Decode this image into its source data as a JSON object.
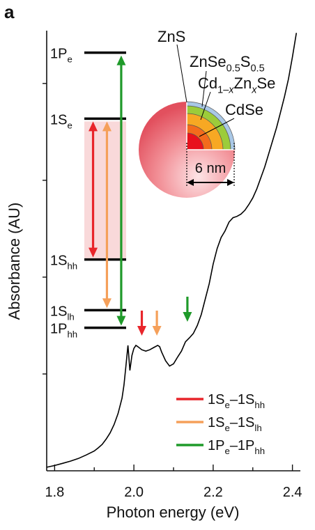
{
  "panel_label": "a",
  "chart_data": {
    "type": "line",
    "xlabel": "Photon energy (eV)",
    "ylabel": "Absorbance (AU)",
    "xlim": [
      1.78,
      2.42
    ],
    "ylim": [
      0,
      1
    ],
    "x_ticks": [
      "1.8",
      "2.0",
      "2.2",
      "2.4"
    ],
    "x_tick_values": [
      1.8,
      2.0,
      2.2,
      2.4
    ],
    "minor_x_tick_values": [
      1.9,
      2.1,
      2.3
    ],
    "y_tick_values": [
      0.22,
      0.44,
      0.66,
      0.88
    ],
    "grid": false,
    "legend_position": "bottom-right",
    "series": [
      {
        "x": [
          1.78,
          1.8,
          1.82,
          1.84,
          1.86,
          1.88,
          1.9,
          1.91,
          1.92,
          1.93,
          1.94,
          1.95,
          1.96,
          1.97,
          1.975,
          1.98,
          1.985,
          1.99,
          1.995,
          2.0,
          2.005,
          2.01,
          2.02,
          2.03,
          2.04,
          2.05,
          2.06,
          2.065,
          2.07,
          2.08,
          2.09,
          2.1,
          2.11,
          2.12,
          2.13,
          2.14,
          2.15,
          2.16,
          2.17,
          2.18,
          2.19,
          2.2,
          2.21,
          2.22,
          2.23,
          2.24,
          2.25,
          2.26,
          2.27,
          2.28,
          2.29,
          2.3,
          2.31,
          2.32,
          2.33,
          2.34,
          2.35,
          2.36,
          2.37,
          2.38,
          2.39,
          2.4,
          2.41
        ],
        "values": [
          0.008,
          0.012,
          0.017,
          0.022,
          0.028,
          0.036,
          0.045,
          0.052,
          0.06,
          0.072,
          0.086,
          0.105,
          0.13,
          0.165,
          0.195,
          0.24,
          0.285,
          0.228,
          0.262,
          0.278,
          0.285,
          0.282,
          0.275,
          0.272,
          0.275,
          0.28,
          0.285,
          0.282,
          0.27,
          0.25,
          0.238,
          0.243,
          0.258,
          0.272,
          0.293,
          0.302,
          0.312,
          0.33,
          0.355,
          0.39,
          0.425,
          0.47,
          0.505,
          0.53,
          0.545,
          0.565,
          0.575,
          0.578,
          0.583,
          0.592,
          0.605,
          0.62,
          0.64,
          0.665,
          0.69,
          0.72,
          0.75,
          0.78,
          0.815,
          0.85,
          0.89,
          0.94,
          0.995
        ]
      }
    ],
    "energy_levels": [
      {
        "label_main": "1P",
        "label_sub": "e",
        "y": 0.95
      },
      {
        "label_main": "1S",
        "label_sub": "e",
        "y": 0.8
      },
      {
        "label_main": "1S",
        "label_sub": "hh",
        "y": 0.48
      },
      {
        "label_main": "1S",
        "label_sub": "lh",
        "y": 0.365
      },
      {
        "label_main": "1P",
        "label_sub": "hh",
        "y": 0.325
      }
    ],
    "transitions": [
      {
        "from_level": 1,
        "to_level": 2,
        "color": "#e8252b",
        "x": 1.897,
        "peak_x": 2.02
      },
      {
        "from_level": 1,
        "to_level": 3,
        "color": "#f5a05a",
        "x": 1.932,
        "peak_x": 2.058
      },
      {
        "from_level": 0,
        "to_level": 4,
        "color": "#1f9a2a",
        "x": 1.968,
        "peak_x": 2.135
      }
    ],
    "legend": [
      {
        "color": "#e8252b",
        "parts": [
          [
            "1S",
            ""
          ],
          [
            "e",
            "sub"
          ],
          [
            "–1S",
            ""
          ],
          [
            "hh",
            "sub"
          ]
        ]
      },
      {
        "color": "#f5a05a",
        "parts": [
          [
            "1S",
            ""
          ],
          [
            "e",
            "sub"
          ],
          [
            "–1S",
            ""
          ],
          [
            "lh",
            "sub"
          ]
        ]
      },
      {
        "color": "#1f9a2a",
        "parts": [
          [
            "1P",
            ""
          ],
          [
            "e",
            "sub"
          ],
          [
            "–1P",
            ""
          ],
          [
            "hh",
            "sub"
          ]
        ]
      }
    ],
    "inset": {
      "layer_labels": [
        [
          [
            "ZnS",
            ""
          ]
        ],
        [
          [
            "ZnSe",
            ""
          ],
          [
            "0.5",
            "sub"
          ],
          [
            "S",
            ""
          ],
          [
            "0.5",
            "sub"
          ]
        ],
        [
          [
            "Cd",
            ""
          ],
          [
            "1–",
            "sub"
          ],
          [
            "x",
            "subi"
          ],
          [
            "Zn",
            ""
          ],
          [
            "x",
            "subi"
          ],
          [
            "Se",
            ""
          ]
        ],
        [
          [
            "CdSe",
            ""
          ]
        ]
      ],
      "dimension_label": "6 nm",
      "layer_colors": [
        "#a9c8e6",
        "#9ccc3a",
        "#f7a823",
        "#f36b1c",
        "#e8101c"
      ]
    }
  }
}
